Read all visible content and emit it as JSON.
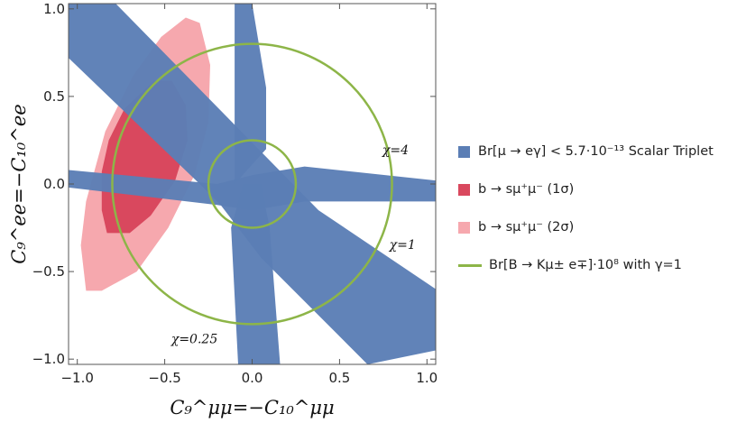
{
  "chart_data": {
    "type": "region",
    "xlabel": "C₉^μμ=−C₁₀^μμ",
    "ylabel": "C₉^ee=−C₁₀^ee",
    "xlim": [
      -1.05,
      1.05
    ],
    "ylim": [
      -1.03,
      1.03
    ],
    "xticks": [
      -1.0,
      -0.5,
      0.0,
      0.5,
      1.0
    ],
    "xtick_labels": [
      "−1.0",
      "−0.5",
      "0.0",
      "0.5",
      "1.0"
    ],
    "yticks": [
      -1.0,
      -0.5,
      0.0,
      0.5,
      1.0
    ],
    "ytick_labels": [
      "−1.0",
      "−0.5",
      "0.0",
      "0.5",
      "1.0"
    ],
    "grid": false,
    "legend_position": "right",
    "series": [
      {
        "name": "Br[μ → eγ] < 5.7·10⁻¹³ Scalar Triplet",
        "color": "#5b7eb5",
        "kind": "filled-region",
        "polygons": [
          [
            [
              -1.05,
              0.72
            ],
            [
              -1.05,
              1.03
            ],
            [
              -0.78,
              1.03
            ],
            [
              0.38,
              -0.15
            ],
            [
              1.05,
              -0.6
            ],
            [
              1.05,
              -0.95
            ],
            [
              0.66,
              -1.03
            ],
            [
              0.05,
              -0.42
            ],
            [
              -0.18,
              -0.12
            ],
            [
              -0.3,
              0.0
            ]
          ],
          [
            [
              -0.1,
              0.85
            ],
            [
              -0.1,
              1.03
            ],
            [
              0.0,
              1.03
            ],
            [
              0.08,
              0.55
            ],
            [
              0.08,
              0.2
            ],
            [
              -0.1,
              0.0
            ]
          ],
          [
            [
              -1.05,
              0.08
            ],
            [
              -1.05,
              -0.02
            ],
            [
              -0.2,
              -0.12
            ],
            [
              0.0,
              -0.15
            ],
            [
              0.3,
              -0.1
            ],
            [
              1.05,
              -0.1
            ],
            [
              1.05,
              0.02
            ],
            [
              0.3,
              0.1
            ],
            [
              0.0,
              0.05
            ],
            [
              -0.2,
              0.0
            ]
          ],
          [
            [
              -0.12,
              -0.25
            ],
            [
              -0.08,
              -1.03
            ],
            [
              0.16,
              -1.03
            ],
            [
              0.1,
              -0.25
            ],
            [
              0.05,
              0.0
            ],
            [
              -0.05,
              0.0
            ]
          ]
        ]
      },
      {
        "name": "b → sμ⁺μ⁻ (1σ)",
        "color": "#d9485e",
        "kind": "filled-region",
        "contour": [
          [
            -0.86,
            -0.15
          ],
          [
            -0.86,
            0.07
          ],
          [
            -0.82,
            0.25
          ],
          [
            -0.73,
            0.43
          ],
          [
            -0.56,
            0.59
          ],
          [
            -0.46,
            0.59
          ],
          [
            -0.38,
            0.45
          ],
          [
            -0.37,
            0.25
          ],
          [
            -0.44,
            0.02
          ],
          [
            -0.58,
            -0.18
          ],
          [
            -0.7,
            -0.28
          ],
          [
            -0.83,
            -0.28
          ]
        ]
      },
      {
        "name": "b → sμ⁺μ⁻ (2σ)",
        "color": "#f6a8ae",
        "kind": "filled-region",
        "contour": [
          [
            -0.95,
            -0.61
          ],
          [
            -0.98,
            -0.35
          ],
          [
            -0.95,
            -0.1
          ],
          [
            -0.84,
            0.3
          ],
          [
            -0.68,
            0.62
          ],
          [
            -0.52,
            0.84
          ],
          [
            -0.38,
            0.95
          ],
          [
            -0.3,
            0.92
          ],
          [
            -0.24,
            0.68
          ],
          [
            -0.25,
            0.35
          ],
          [
            -0.33,
            0.05
          ],
          [
            -0.48,
            -0.25
          ],
          [
            -0.66,
            -0.5
          ],
          [
            -0.86,
            -0.61
          ]
        ]
      },
      {
        "name": "Br[B → Kμ± e∓]·10⁸ with γ=1",
        "color": "#8db548",
        "kind": "contour-lines",
        "circles": [
          {
            "center": [
              0.0,
              0.0
            ],
            "radius": 0.8
          },
          {
            "center": [
              0.0,
              0.0
            ],
            "radius": 0.25
          }
        ]
      }
    ],
    "annotations": [
      {
        "text": "χ=4",
        "x": 0.82,
        "y": 0.17
      },
      {
        "text": "χ=1",
        "x": 0.86,
        "y": -0.37
      },
      {
        "text": "χ=0.25",
        "x": -0.33,
        "y": -0.91
      }
    ]
  }
}
